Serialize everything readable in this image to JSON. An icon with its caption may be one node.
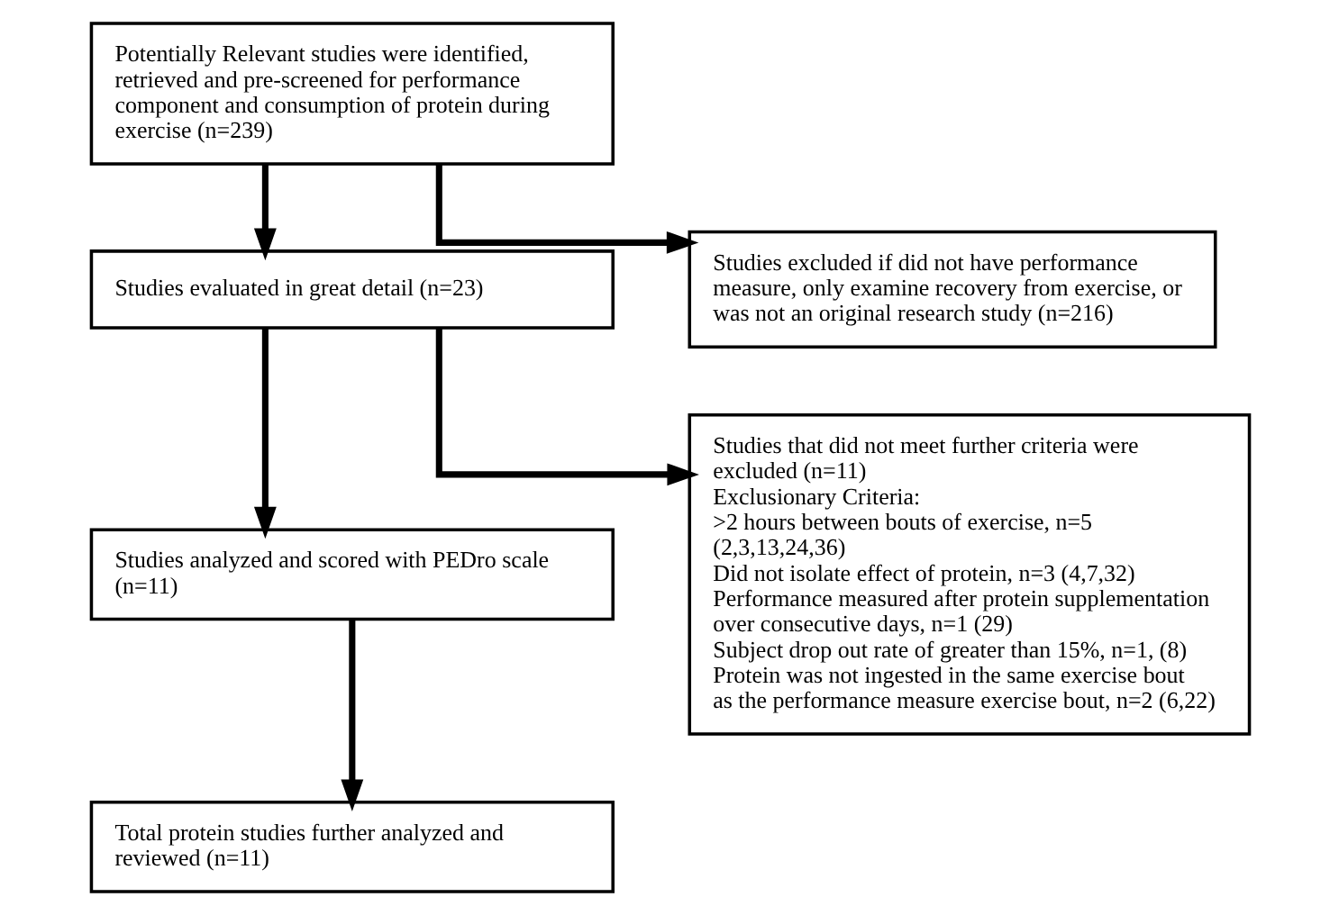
{
  "diagram": {
    "nodes": [
      {
        "text": [
          "Potentially Relevant studies were identified, retrieved and pre-screened for performance component and consumption of protein during exercise (n=239)"
        ]
      },
      {
        "text": [
          "Studies excluded if did not have performance measure, only examine recovery from exercise, or was not an original research study (n=216)"
        ]
      },
      {
        "text": [
          "Studies evaluated in great detail (n=23)"
        ]
      },
      {
        "text": [
          "Studies that did not meet further criteria were excluded (n=11)",
          "Exclusionary Criteria:",
          ">2 hours between bouts of exercise, n=5 (2,3,13,24,36)",
          "Did not isolate effect of protein, n=3 (4,7,32)",
          "Performance measured after protein supplementation over consecutive days, n=1 (29)",
          "Subject drop out rate of greater than 15%, n=1, (8)",
          "Protein was not ingested in the same exercise bout as the performance measure exercise bout, n=2 (6,22)"
        ]
      },
      {
        "text": [
          "Studies analyzed and scored with PEDro scale (n=11)"
        ]
      },
      {
        "text": [
          "Total protein studies further analyzed and reviewed (n=11)"
        ]
      }
    ],
    "edges": [
      {
        "from": 0,
        "to": 2,
        "arrow": "to"
      },
      {
        "from": 0,
        "to": 1,
        "arrow": "to"
      },
      {
        "from": 2,
        "to": 4,
        "arrow": "to"
      },
      {
        "from": 2,
        "to": 3,
        "arrow": "to"
      },
      {
        "from": 4,
        "to": 5,
        "arrow": "to"
      }
    ]
  }
}
